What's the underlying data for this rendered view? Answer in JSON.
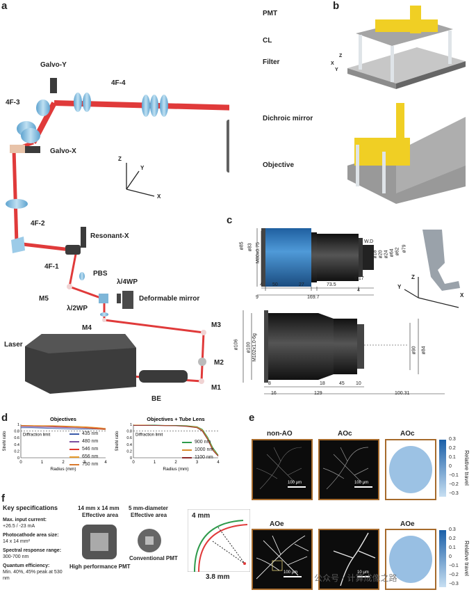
{
  "panels": {
    "a": "a",
    "b": "b",
    "c": "c",
    "d": "d",
    "e": "e",
    "f": "f"
  },
  "panel_a": {
    "labels": {
      "pmt": "PMT",
      "cl": "CL",
      "filter": "Filter",
      "galvo_y": "Galvo-Y",
      "f4_4": "4F-4",
      "f4_3": "4F-3",
      "dichroic": "Dichroic mirror",
      "galvo_x": "Galvo-X",
      "objective": "Objective",
      "f4_2": "4F-2",
      "resonant": "Resonant-X",
      "f4_1": "4F-1",
      "pbs": "PBS",
      "qwp": "λ/4WP",
      "m5": "M5",
      "hwp": "λ/2WP",
      "deformable": "Deformable mirror",
      "m4": "M4",
      "m3": "M3",
      "laser": "Laser",
      "m2": "M2",
      "m1": "M1",
      "be": "BE"
    },
    "axes": {
      "z": "Z",
      "y": "Y",
      "x": "X"
    }
  },
  "panel_b": {
    "axes": {
      "z": "Z",
      "y": "Y",
      "x": "X"
    }
  },
  "panel_c": {
    "top_dims": {
      "d85": "ø85",
      "d83": "ø83",
      "m80": "M80x0.75",
      "d50": "50",
      "d27": "27",
      "d735": "73.5",
      "d517": "5.17",
      "d4a": "4",
      "d4b": "4",
      "d9": "9",
      "d1697": "169.7",
      "wd": "W.D",
      "d18": "ø18",
      "d20": "ø20",
      "d24": "ø24",
      "d64": "ø64",
      "d62": "ø62",
      "d79": "ø79"
    },
    "bottom_dims": {
      "d106": "ø106",
      "d100": "ø100",
      "m102": "M102x1.0-6g",
      "d90": "ø90",
      "d84": "ø84",
      "d8": "8",
      "d16": "16",
      "d18": "18",
      "d45": "45",
      "d10": "10",
      "d129": "129",
      "d10031": "100.31"
    },
    "axes": {
      "z": "Z",
      "y": "Y",
      "x": "X"
    }
  },
  "panel_d": {
    "chart_data": [
      {
        "type": "line",
        "title": "Objectives",
        "xlabel": "Radius (mm)",
        "ylabel": "Strehl ratio",
        "xlim": [
          0,
          4
        ],
        "ylim": [
          0,
          1
        ],
        "xticks": [
          "0",
          "1",
          "2",
          "3",
          "4"
        ],
        "yticks": [
          "0",
          "0.2",
          "0.4",
          "0.6",
          "0.8",
          "1"
        ],
        "threshold": {
          "value": 0.8,
          "label": "Diffraction limit"
        },
        "x": [
          0,
          0.5,
          1,
          1.5,
          2,
          2.5,
          3,
          3.5,
          4
        ],
        "series": [
          {
            "name": "435 nm",
            "color": "#3a5ba9",
            "values": [
              0.9,
              0.9,
              0.89,
              0.88,
              0.87,
              0.86,
              0.86,
              0.86,
              0.85
            ]
          },
          {
            "name": "480 nm",
            "color": "#7b4fa0",
            "values": [
              0.94,
              0.93,
              0.92,
              0.92,
              0.91,
              0.9,
              0.89,
              0.88,
              0.87
            ]
          },
          {
            "name": "546 nm",
            "color": "#e0332c",
            "values": [
              0.96,
              0.96,
              0.95,
              0.94,
              0.93,
              0.92,
              0.91,
              0.89,
              0.87
            ]
          },
          {
            "name": "656 nm",
            "color": "#e59a2b",
            "values": [
              0.97,
              0.97,
              0.96,
              0.96,
              0.95,
              0.94,
              0.93,
              0.91,
              0.88
            ]
          },
          {
            "name": "750 nm",
            "color": "#d9782b",
            "values": [
              0.96,
              0.96,
              0.95,
              0.95,
              0.94,
              0.92,
              0.9,
              0.87,
              0.84
            ]
          }
        ]
      },
      {
        "type": "line",
        "title": "Objectives + Tube Lens",
        "xlabel": "Radius (mm)",
        "ylabel": "Strehl ratio",
        "xlim": [
          0,
          4
        ],
        "ylim": [
          0,
          1
        ],
        "xticks": [
          "0",
          "1",
          "2",
          "3",
          "4"
        ],
        "yticks": [
          "0",
          "0.2",
          "0.4",
          "0.6",
          "0.8",
          "1"
        ],
        "threshold": {
          "value": 0.8,
          "label": "Diffraction limit"
        },
        "x": [
          0,
          0.5,
          1,
          1.5,
          2,
          2.5,
          3,
          3.25,
          3.5,
          3.75,
          4
        ],
        "series": [
          {
            "name": "900 nm",
            "color": "#2e9a4b",
            "values": [
              0.98,
              0.98,
              0.98,
              0.97,
              0.97,
              0.96,
              0.93,
              0.85,
              0.62,
              0.3,
              0.08
            ]
          },
          {
            "name": "1000 nm",
            "color": "#d98a2b",
            "values": [
              0.98,
              0.98,
              0.97,
              0.97,
              0.96,
              0.95,
              0.92,
              0.83,
              0.58,
              0.26,
              0.06
            ]
          },
          {
            "name": "1100 nm",
            "color": "#8b2a2a",
            "values": [
              0.97,
              0.97,
              0.97,
              0.96,
              0.96,
              0.94,
              0.9,
              0.8,
              0.55,
              0.22,
              0.05
            ]
          }
        ]
      }
    ]
  },
  "panel_e": {
    "titles": {
      "nonao": "non-AO",
      "aoc": "AOc",
      "aoc_map": "AOc",
      "aoe": "AOe",
      "aoe_map": "AOe"
    },
    "scalebars": {
      "s1": "100 μm",
      "s2": "100 μm",
      "s3": "100 μm",
      "s4": "10 μm"
    },
    "colorbar": {
      "label": "Relative travel",
      "ticks": [
        "0.3",
        "0.2",
        "0.1",
        "0",
        "−0.1",
        "−0.2",
        "−0.3"
      ]
    }
  },
  "panel_f": {
    "key_title": "Key specifications",
    "specs": [
      {
        "label": "Max. input current:",
        "value": "+26.5 / -23 mA"
      },
      {
        "label": "Photocathode  area size:",
        "value": "14 x 14 mm²"
      },
      {
        "label": "Spectral response range:",
        "value": "300-700 nm"
      },
      {
        "label": "Quantum efficiency:",
        "value": "Min. 40%, 45% peak at 530 nm"
      }
    ],
    "hp_size": "14 mm x 14 mm",
    "hp_area": "Effective area",
    "hp_name": "High performance PMT",
    "cv_size": "5 mm-diameter",
    "cv_area": "Effective area",
    "cv_name": "Conventional PMT",
    "fov_a": "4 mm",
    "fov_b": "3.8 mm"
  },
  "watermark": "公众号 · 计算成像之路"
}
